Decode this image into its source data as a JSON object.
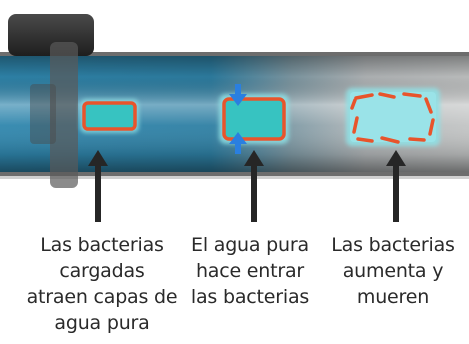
{
  "captions": [
    "Las bacterias\ncargadas\natraen capas de\nagua pura",
    "El agua pura\nhace entrar\nlas bacterias",
    "Las bacterias\naumenta y\nmueren"
  ],
  "colors": {
    "pipe_blue": "#3c8fb2",
    "pipe_gray": "#a8aeb2",
    "bacteria_fill": "#37c3c1",
    "bacteria_outline": "#e8542b",
    "water_halo": "#8fe0e4",
    "inflow_arrow": "#2a7fe0",
    "pointer_arrow": "#262626",
    "clamp": "#333333"
  }
}
